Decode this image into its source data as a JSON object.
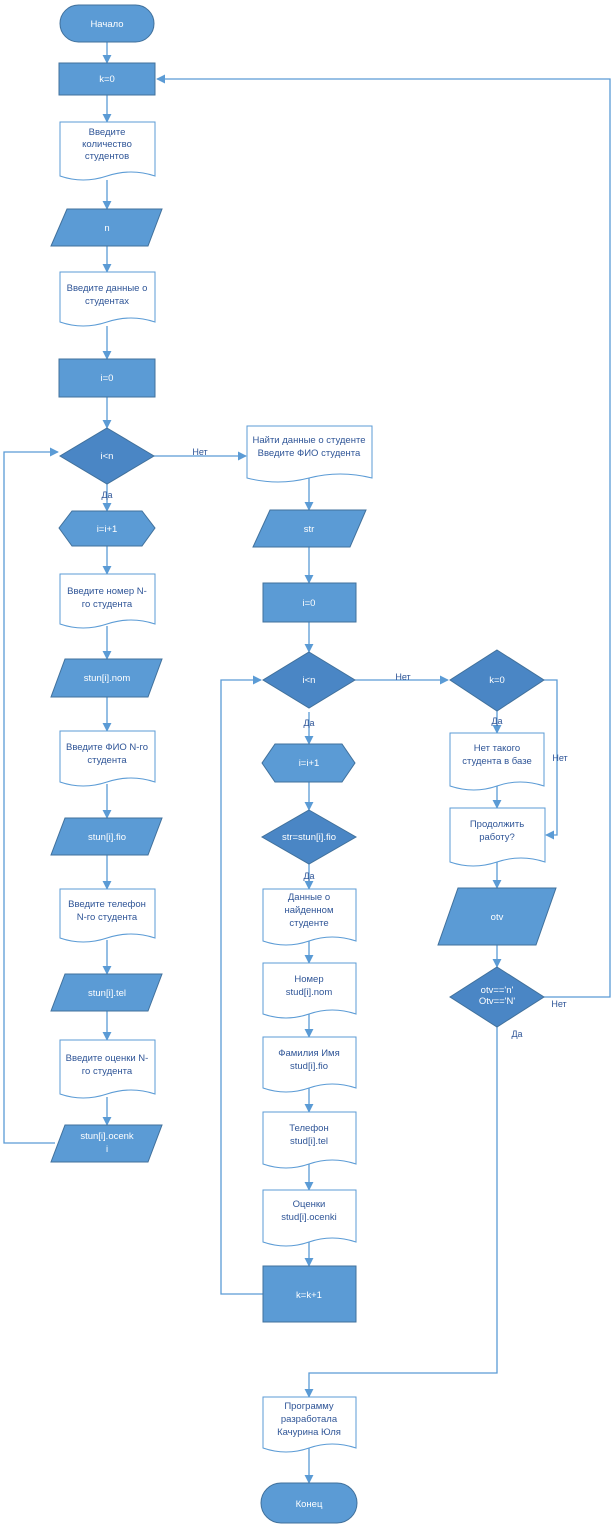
{
  "start": "Начало",
  "end": "Конец",
  "k_init": "k=0",
  "prompt_count": [
    "Введите",
    "количество",
    "студентов"
  ],
  "input_n": "n",
  "prompt_data": [
    "Введите данные о",
    "студентах"
  ],
  "i_init": "i=0",
  "cond_loop1": "i<n",
  "loop1_inc": "i=i+1",
  "prompt_nom": [
    "Введите номер N-",
    "го студента"
  ],
  "in_nom": "stun[i].nom",
  "prompt_fio": [
    "Введите ФИО N-го",
    "студента"
  ],
  "in_fio": "stun[i].fio",
  "prompt_tel": [
    "Введите телефон",
    "N-го студента"
  ],
  "in_tel": "stun[i].tel",
  "prompt_ocenki": [
    "Введите оценки N-",
    "го студента"
  ],
  "in_ocenki": [
    "stun[i].ocenk",
    "i"
  ],
  "find_prompt": [
    "Найти данные о студенте",
    "Введите ФИО студента"
  ],
  "in_str": "str",
  "i_init2": "i=0",
  "cond_loop2": "i<n",
  "loop2_inc": "i=i+1",
  "cond_match": "str=stun[i].fio",
  "out_found": [
    "Данные о",
    "найденном",
    "студенте"
  ],
  "out_nom": [
    "Номер",
    "stud[i].nom"
  ],
  "out_fio": [
    "Фамилия Имя",
    "stud[i].fio"
  ],
  "out_tel": [
    "Телефон",
    "stud[i].tel"
  ],
  "out_ocenki": [
    "Оценки",
    "stud[i].ocenki"
  ],
  "k_inc": "k=k+1",
  "cond_k": "k=0",
  "not_found": [
    "Нет такого",
    "студента в базе"
  ],
  "continue_prompt": [
    "Продолжить",
    "работу?"
  ],
  "in_otv": "otv",
  "cond_otv": [
    "otv=='n'",
    "Otv=='N'"
  ],
  "author": [
    "Программу",
    "разработала",
    "Качурина Юля"
  ],
  "labels": {
    "yes": "Да",
    "no": "Нет"
  },
  "colors": {
    "fill": "#5b9bd5",
    "dark": "#4a86c5",
    "line": "#5b9bd5",
    "text": "#2f5597"
  }
}
